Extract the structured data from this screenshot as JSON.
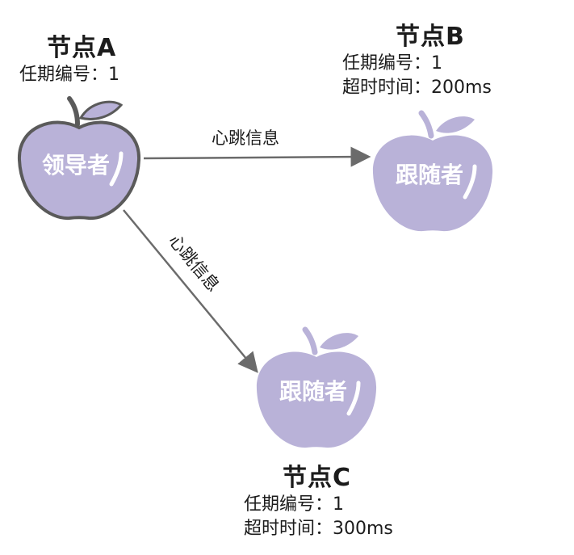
{
  "nodes": {
    "a": {
      "title": "节点A",
      "term": "任期编号：1",
      "role": "领导者"
    },
    "b": {
      "title": "节点B",
      "term": "任期编号：1",
      "timeout": "超时时间：200ms",
      "role": "跟随者"
    },
    "c": {
      "title": "节点C",
      "term": "任期编号：1",
      "timeout": "超时时间：300ms",
      "role": "跟随者"
    }
  },
  "edges": {
    "a_to_b": {
      "label": "心跳信息"
    },
    "a_to_c": {
      "label": "心跳信息"
    }
  },
  "colors": {
    "apple_fill": "#b9b2d8",
    "apple_stroke": "#5a5a5a",
    "arrow": "#6b6b6b",
    "leaf": "#b9b2d8"
  }
}
